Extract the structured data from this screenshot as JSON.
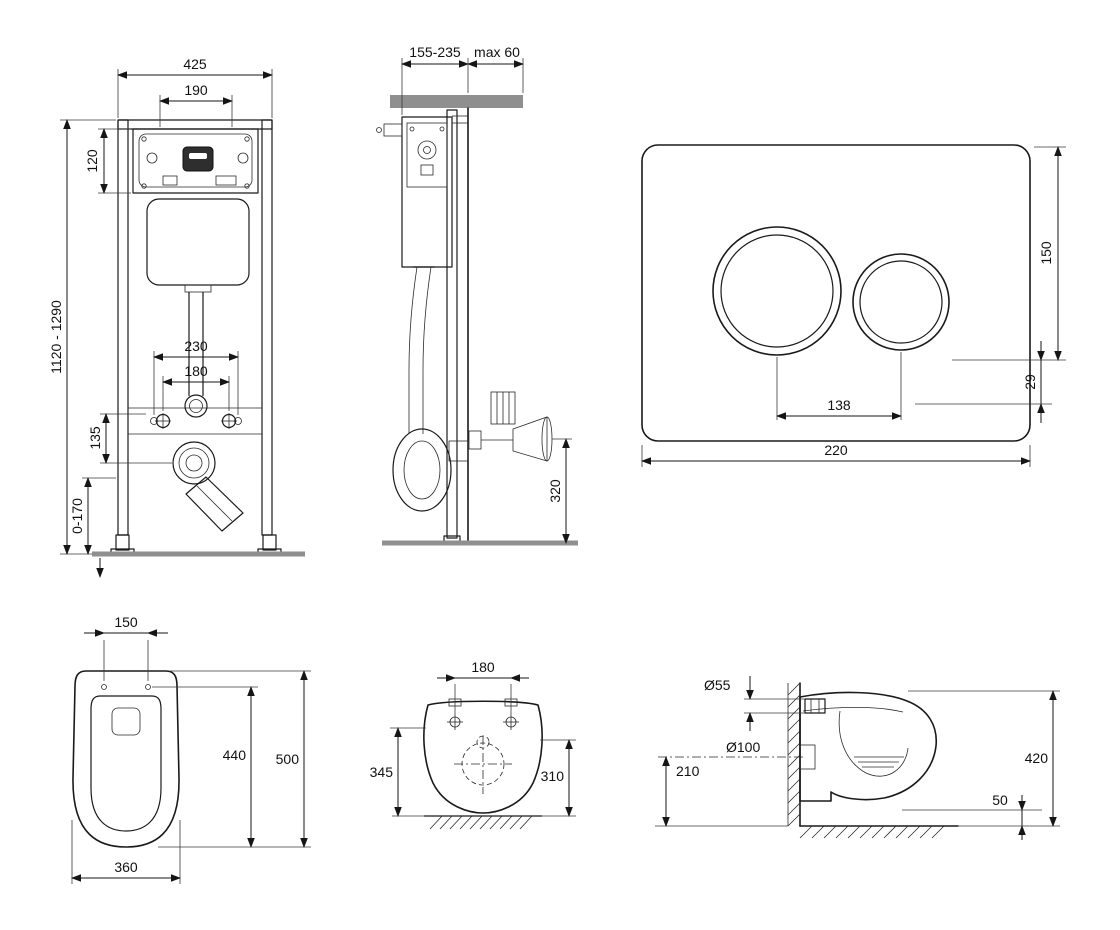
{
  "page": {
    "background": "#ffffff",
    "line_color": "#1a1a1a",
    "ground_color": "#8f8f8f"
  },
  "drawings": {
    "frame_front": {
      "dims": {
        "frame_width": "425",
        "cistern_opening_width": "190",
        "cistern_opening_height": "120",
        "frame_height_range": "1120 - 1290",
        "fixing_centres_outer": "230",
        "fixing_centres_inner": "180",
        "outlet_drop": "135",
        "foot_adjustment": "0-170"
      }
    },
    "frame_side": {
      "dims": {
        "frame_depth_range": "155-235",
        "max_panel_offset": "max 60",
        "outlet_height": "320"
      }
    },
    "flush_plate": {
      "dims": {
        "plate_height": "150",
        "button_offset": "29",
        "button_centres": "138",
        "plate_width": "220"
      }
    },
    "bowl_top": {
      "dims": {
        "seat_hinge_centres": "150",
        "depth_to_hinge": "440",
        "bowl_depth": "500",
        "bowl_width": "360"
      }
    },
    "bowl_front": {
      "dims": {
        "fixing_centres": "180",
        "height_left": "345",
        "height_right": "310"
      }
    },
    "bowl_side": {
      "dims": {
        "inlet_diameter": "Ø55",
        "outlet_diameter": "Ø100",
        "outlet_axis_height": "210",
        "overall_height": "420",
        "bottom_gap": "50"
      }
    }
  }
}
